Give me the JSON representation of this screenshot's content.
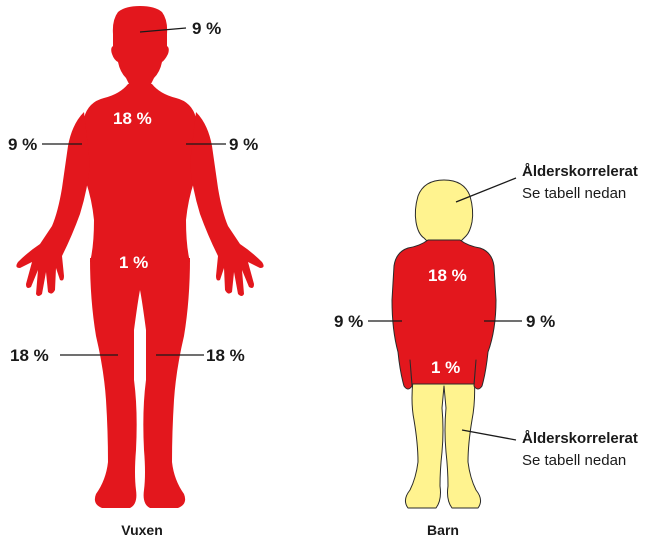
{
  "colors": {
    "burn": "#e3171d",
    "child_variable": "#fff38f",
    "outline": "#2a2a2a",
    "text": "#1a1a1a",
    "text_inside": "#ffffff"
  },
  "adult": {
    "caption": "Vuxen",
    "head": "9 %",
    "torso": "18 %",
    "arm_left": "9 %",
    "arm_right": "9 %",
    "genital": "1 %",
    "leg_left": "18 %",
    "leg_right": "18 %"
  },
  "child": {
    "caption": "Barn",
    "head_note_title": "Ålderskorrelerat",
    "head_note_sub": "Se tabell nedan",
    "torso": "18 %",
    "arm_left": "9 %",
    "arm_right": "9 %",
    "genital": "1 %",
    "legs_note_title": "Ålderskorrelerat",
    "legs_note_sub": "Se tabell nedan"
  }
}
